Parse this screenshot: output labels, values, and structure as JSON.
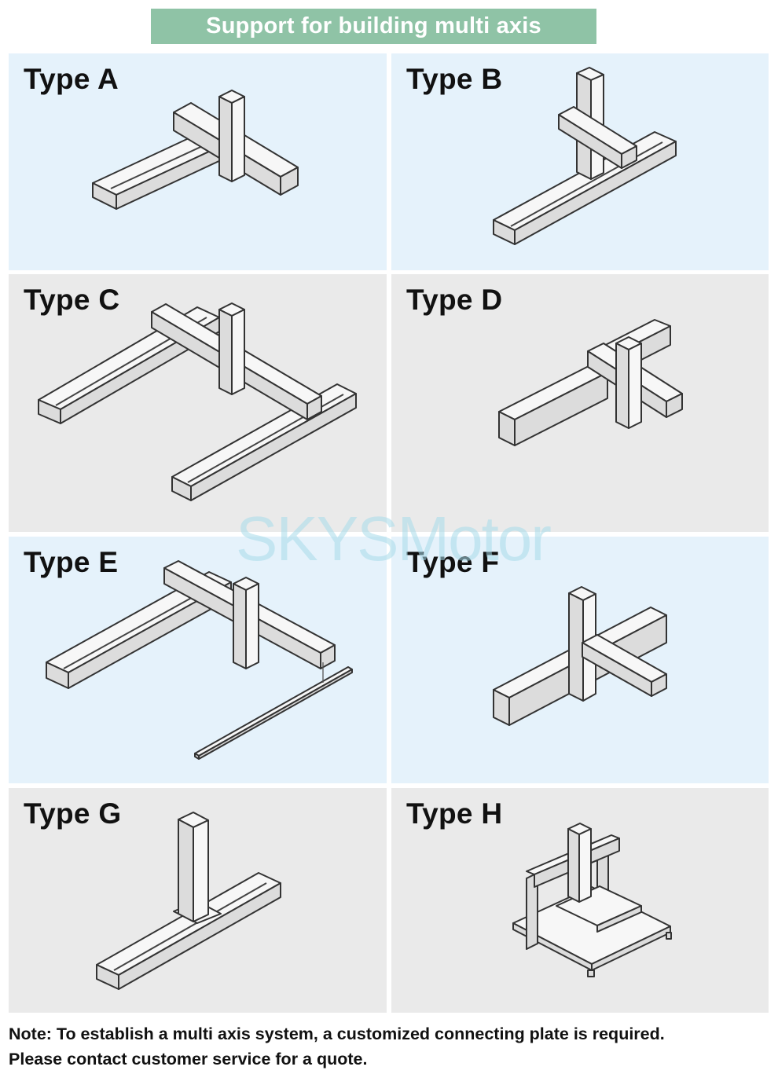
{
  "banner": {
    "title": "Support for building multi axis"
  },
  "panels": [
    {
      "title": "Type A"
    },
    {
      "title": "Type B"
    },
    {
      "title": "Type C"
    },
    {
      "title": "Type D"
    },
    {
      "title": "Type E"
    },
    {
      "title": "Type F"
    },
    {
      "title": "Type G"
    },
    {
      "title": "Type H"
    }
  ],
  "watermark": {
    "text": "SKYSMotor"
  },
  "note": {
    "line1": "Note: To establish a multi axis system, a customized connecting plate is required.",
    "line2": "Please contact customer service for a quote."
  },
  "colors": {
    "banner": "#8fc3a6",
    "panel_blue": "#e5f2fb",
    "panel_gray": "#eaeaea"
  }
}
